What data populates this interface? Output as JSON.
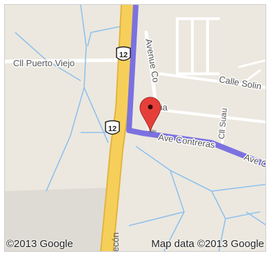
{
  "map": {
    "highway_shield": "12",
    "street_labels": {
      "puerto_viejo": "Cll Puerto Viejo",
      "avenue": "Avenue Co",
      "ancia": "ncia",
      "solin": "Calle Solin",
      "suau": "Cll Suau",
      "contreras": "Ave Contreras",
      "ave_edge": "Ave C",
      "recon": "ecón"
    },
    "copyright": "©2013 Google",
    "map_data": "Map data ©2013 Google"
  },
  "colors": {
    "land": "#ece8df",
    "highway": "#f6cf5a",
    "route": "#7b72e0",
    "minor_road": "#ffffff",
    "water": "#8ec1ee",
    "marker": "#e63f3a"
  },
  "icons": {
    "marker": "map-pin-icon",
    "shield": "route-shield-icon"
  }
}
